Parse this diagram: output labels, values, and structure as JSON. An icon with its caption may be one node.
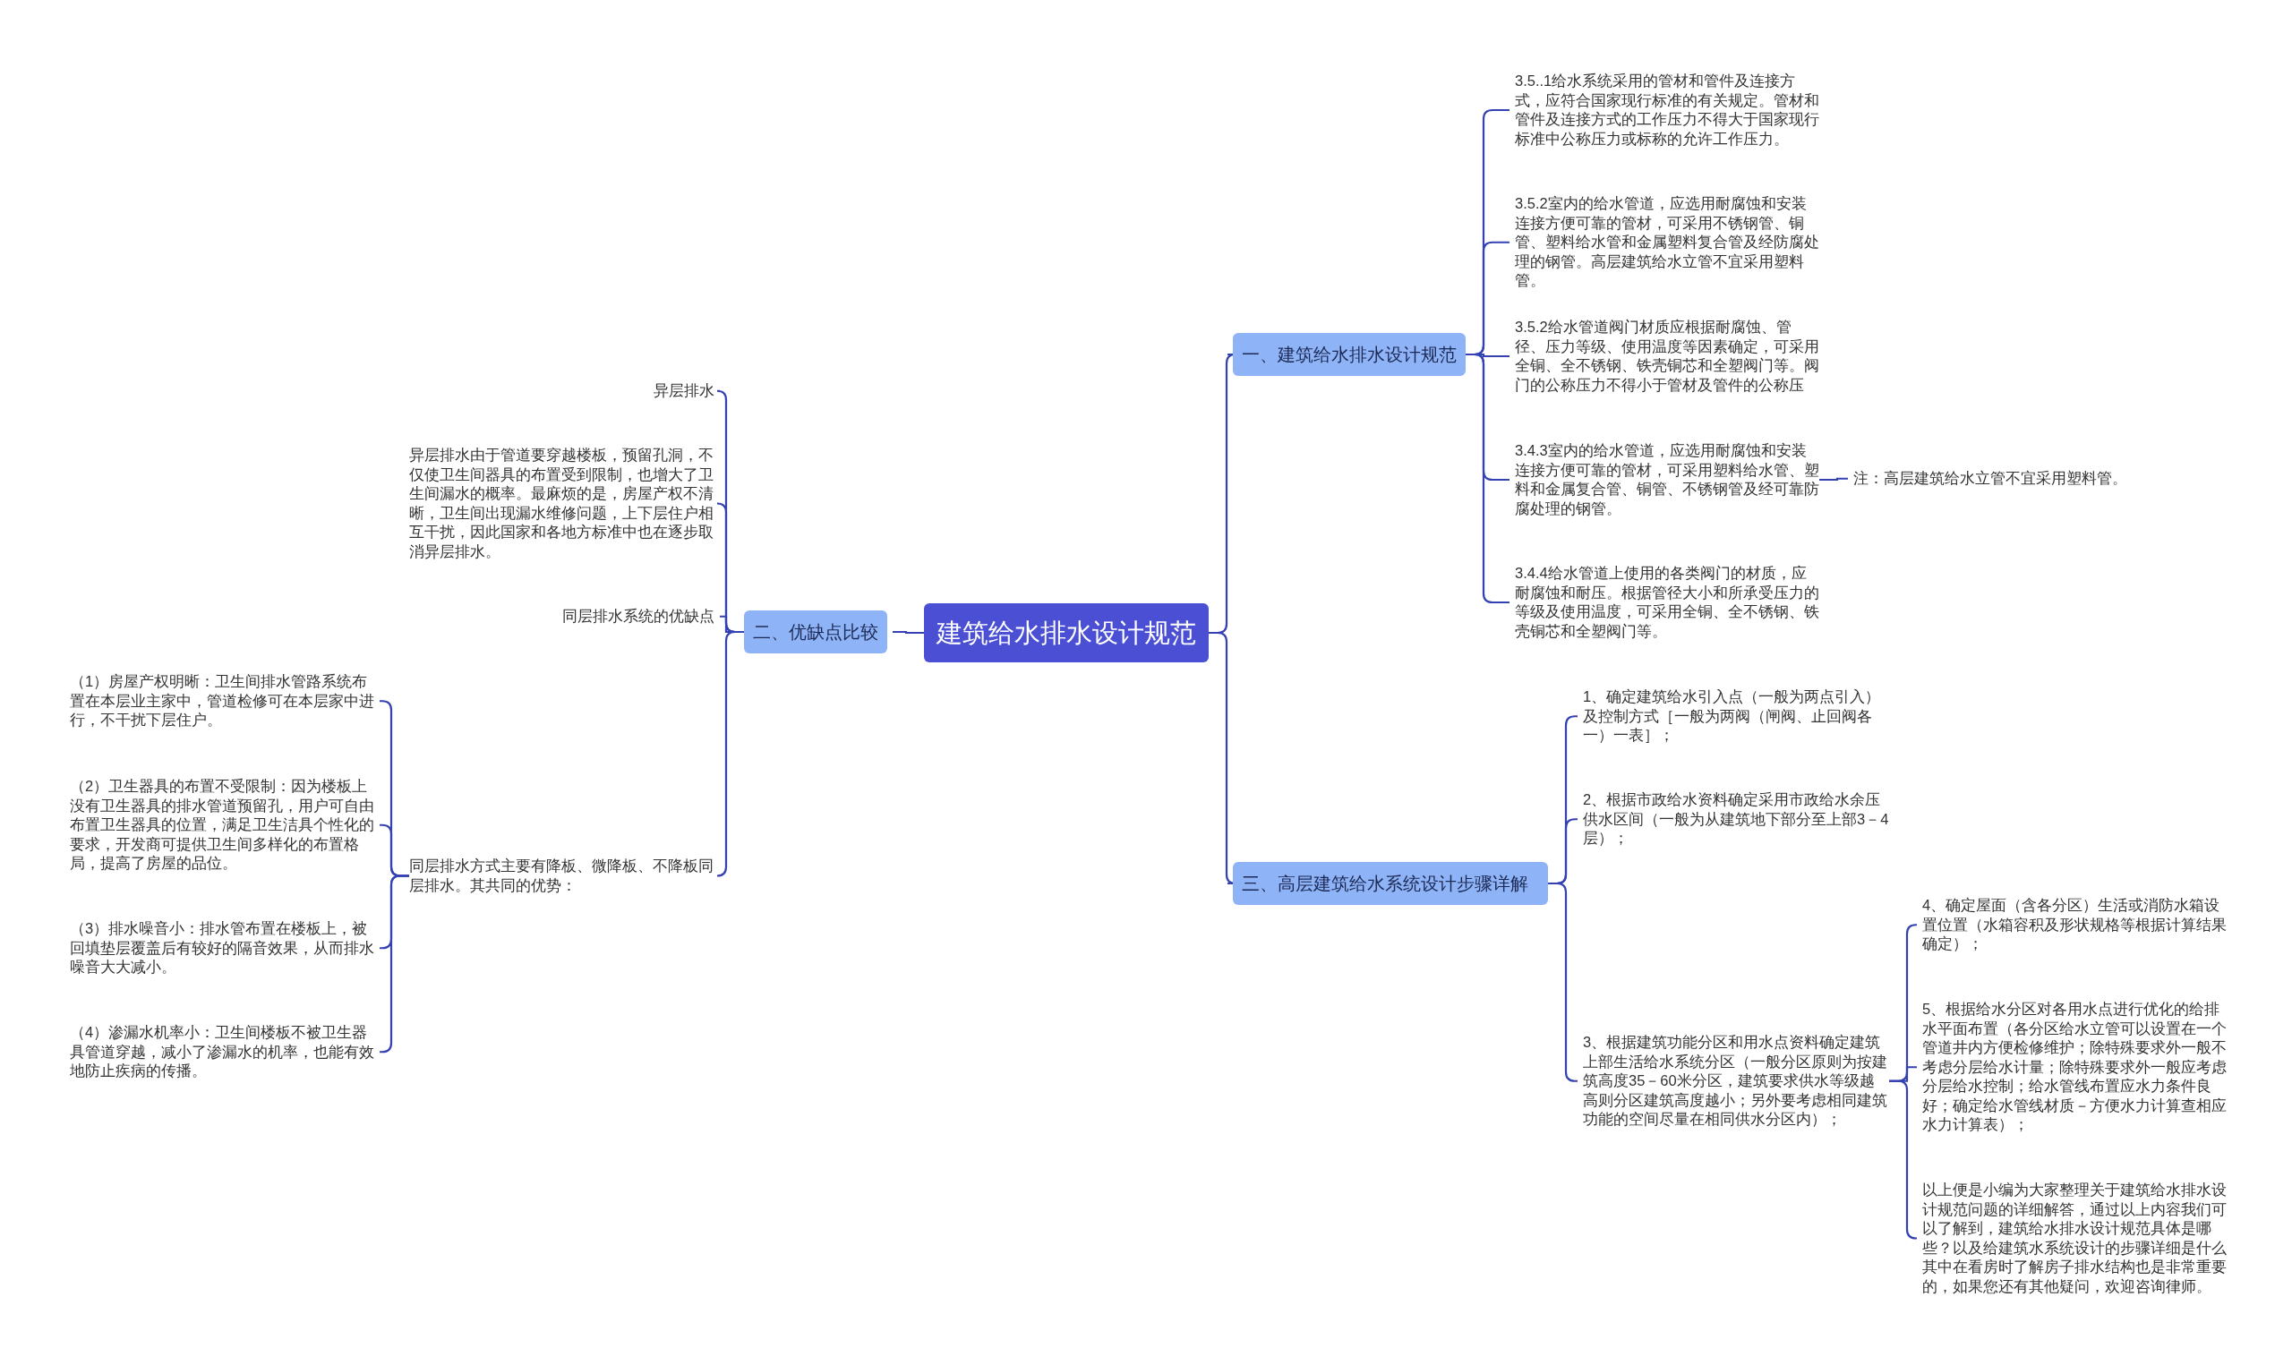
{
  "diagram": {
    "nodes": [
      {
        "text": [
          "建筑给水排水设计规范"
        ]
      },
      {
        "text": [
          "一、建筑给水排水设计规范"
        ]
      },
      {
        "text": [
          "3.5..1给水系统采用的管材和管件及连接方式，应符合国家现行标准的有关规定。管材和管件及连接方式的工作压力不得大于国家现行标准中公称压力或标称的允许工作压力。"
        ]
      },
      {
        "text": [
          "3.5.2室内的给水管道，应选用耐腐蚀和安装连接方便可靠的管材，可采用不锈钢管、铜管、塑料给水管和金属塑料复合管及经防腐处理的钢管。高层建筑给水立管不宜采用塑料管。"
        ]
      },
      {
        "text": [
          "3.5.2给水管道阀门材质应根据耐腐蚀、管径、压力等级、使用温度等因素确定，可采用全铜、全不锈钢、铁壳铜芯和全塑阀门等。阀门的公称压力不得小于管材及管件的公称压"
        ]
      },
      {
        "text": [
          "3.4.3室内的给水管道，应选用耐腐蚀和安装连接方便可靠的管材，可采用塑料给水管、塑料和金属复合管、铜管、不锈钢管及经可靠防腐处理的钢管。"
        ]
      },
      {
        "text": [
          "注：高层建筑给水立管不宜采用塑料管。"
        ]
      },
      {
        "text": [
          "3.4.4给水管道上使用的各类阀门的材质，应耐腐蚀和耐压。根据管径大小和所承受压力的等级及使用温度，可采用全铜、全不锈钢、铁壳铜芯和全塑阀门等。"
        ]
      },
      {
        "text": [
          "二、优缺点比较"
        ]
      },
      {
        "text": [
          "异层排水"
        ]
      },
      {
        "text": [
          "异层排水由于管道要穿越楼板，预留孔洞，不仅使卫生间器具的布置受到限制，也增大了卫生间漏水的概率。最麻烦的是，房屋产权不清晰，卫生间出现漏水维修问题，上下层住户相互干扰，因此国家和各地方标准中也在逐步取消异层排水。"
        ]
      },
      {
        "text": [
          "同层排水系统的优缺点"
        ]
      },
      {
        "text": [
          "同层排水方式主要有降板、微降板、不降板同层排水。其共同的优势："
        ]
      },
      {
        "text": [
          "（1）房屋产权明晰：卫生间排水管路系统布置在本层业主家中，管道检修可在本层家中进行，不干扰下层住户。"
        ]
      },
      {
        "text": [
          "（2）卫生器具的布置不受限制：因为楼板上没有卫生器具的排水管道预留孔，用户可自由布置卫生器具的位置，满足卫生洁具个性化的要求，开发商可提供卫生间多样化的布置格局，提高了房屋的品位。"
        ]
      },
      {
        "text": [
          "（3）排水噪音小：排水管布置在楼板上，被回填垫层覆盖后有较好的隔音效果，从而排水噪音大大减小。"
        ]
      },
      {
        "text": [
          "（4）渗漏水机率小：卫生间楼板不被卫生器具管道穿越，减小了渗漏水的机率，也能有效地防止疾病的传播。"
        ]
      },
      {
        "text": [
          "三、高层建筑给水系统设计步骤详解"
        ]
      },
      {
        "text": [
          "1、确定建筑给水引入点（一般为两点引入）及控制方式［一般为两阀（闸阀、止回阀各一）一表］；"
        ]
      },
      {
        "text": [
          "2、根据市政给水资料确定采用市政给水余压供水区间（一般为从建筑地下部分至上部3－4层）；"
        ]
      },
      {
        "text": [
          "3、根据建筑功能分区和用水点资料确定建筑上部生活给水系统分区（一般分区原则为按建筑高度35－60米分区，建筑要求供水等级越高则分区建筑高度越小；另外要考虑相同建筑功能的空间尽量在相同供水分区内）；"
        ]
      },
      {
        "text": [
          "4、确定屋面（含各分区）生活或消防水箱设置位置（水箱容积及形状规格等根据计算结果确定）；"
        ]
      },
      {
        "text": [
          "5、根据给水分区对各用水点进行优化的给排水平面布置（各分区给水立管可以设置在一个管道井内方便检修维护；除特殊要求外一般不考虑分层给水计量；除特殊要求外一般应考虑分层给水控制；给水管线布置应水力条件良好；确定给水管线材质－方便水力计算查相应水力计算表）；"
        ]
      },
      {
        "text": [
          "以上便是小编为大家整理关于建筑给水排水设计规范问题的详细解答，通过以上内容我们可以了解到，建筑给水排水设计规范具体是哪些？以及给建筑水系统设计的步骤详细是什么其中在看房时了解房子排水结构也是非常重要的，如果您还有其他疑问，欢迎咨询律师。"
        ]
      }
    ],
    "edges": [
      {
        "from": 0,
        "to": 1,
        "arrow": "none"
      },
      {
        "from": 1,
        "to": 2,
        "arrow": "none"
      },
      {
        "from": 1,
        "to": 3,
        "arrow": "none"
      },
      {
        "from": 1,
        "to": 4,
        "arrow": "none"
      },
      {
        "from": 1,
        "to": 5,
        "arrow": "none"
      },
      {
        "from": 5,
        "to": 6,
        "arrow": "none"
      },
      {
        "from": 1,
        "to": 7,
        "arrow": "none"
      },
      {
        "from": 0,
        "to": 8,
        "arrow": "none"
      },
      {
        "from": 8,
        "to": 9,
        "arrow": "none"
      },
      {
        "from": 8,
        "to": 10,
        "arrow": "none"
      },
      {
        "from": 8,
        "to": 11,
        "arrow": "none"
      },
      {
        "from": 8,
        "to": 12,
        "arrow": "none"
      },
      {
        "from": 12,
        "to": 13,
        "arrow": "none"
      },
      {
        "from": 12,
        "to": 14,
        "arrow": "none"
      },
      {
        "from": 12,
        "to": 15,
        "arrow": "none"
      },
      {
        "from": 12,
        "to": 16,
        "arrow": "none"
      },
      {
        "from": 0,
        "to": 17,
        "arrow": "none"
      },
      {
        "from": 17,
        "to": 18,
        "arrow": "none"
      },
      {
        "from": 17,
        "to": 19,
        "arrow": "none"
      },
      {
        "from": 17,
        "to": 20,
        "arrow": "none"
      },
      {
        "from": 20,
        "to": 21,
        "arrow": "none"
      },
      {
        "from": 20,
        "to": 22,
        "arrow": "none"
      },
      {
        "from": 20,
        "to": 23,
        "arrow": "none"
      }
    ]
  }
}
